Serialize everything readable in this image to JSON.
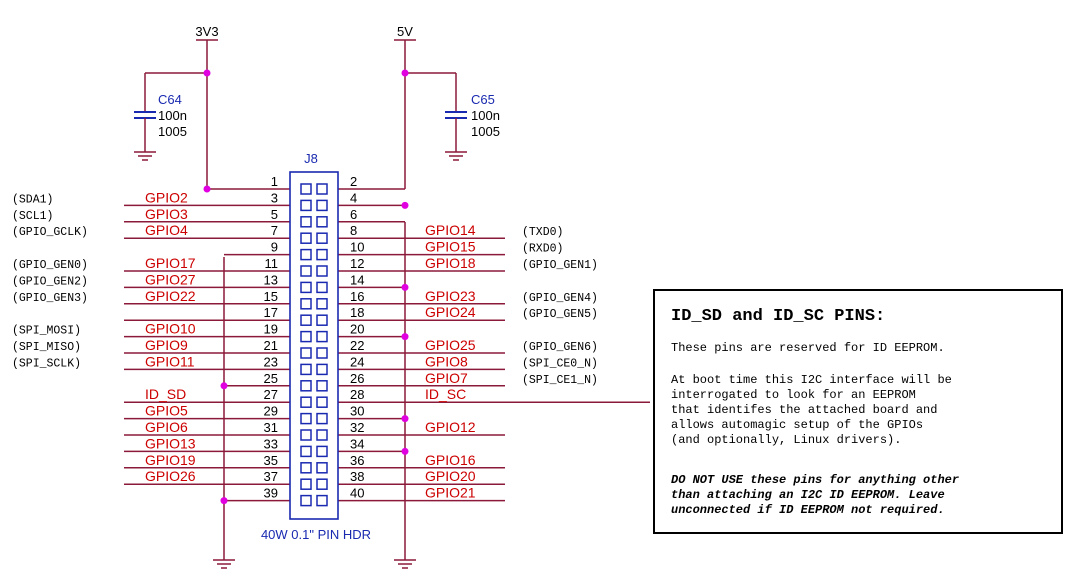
{
  "colors": {
    "wire": "#8b1a3a",
    "junction": "#e000e0",
    "label": "#cc0000",
    "header": "#1a2ab0",
    "text": "#000000"
  },
  "power": {
    "left": "3V3",
    "right": "5V"
  },
  "caps": [
    {
      "ref": "C64",
      "value": "100n",
      "pkg": "1005"
    },
    {
      "ref": "C65",
      "value": "100n",
      "pkg": "1005"
    }
  ],
  "header": {
    "ref": "J8",
    "desc": "40W 0.1\" PIN HDR"
  },
  "pins": [
    {
      "n": "1",
      "signal": "",
      "func": ""
    },
    {
      "n": "2",
      "signal": "",
      "func": ""
    },
    {
      "n": "3",
      "signal": "GPIO2",
      "func": "(SDA1)"
    },
    {
      "n": "4",
      "signal": "",
      "func": ""
    },
    {
      "n": "5",
      "signal": "GPIO3",
      "func": "(SCL1)"
    },
    {
      "n": "6",
      "signal": "",
      "func": ""
    },
    {
      "n": "7",
      "signal": "GPIO4",
      "func": "(GPIO_GCLK)"
    },
    {
      "n": "8",
      "signal": "GPIO14",
      "func": "(TXD0)"
    },
    {
      "n": "9",
      "signal": "",
      "func": ""
    },
    {
      "n": "10",
      "signal": "GPIO15",
      "func": "(RXD0)"
    },
    {
      "n": "11",
      "signal": "GPIO17",
      "func": "(GPIO_GEN0)"
    },
    {
      "n": "12",
      "signal": "GPIO18",
      "func": "(GPIO_GEN1)"
    },
    {
      "n": "13",
      "signal": "GPIO27",
      "func": "(GPIO_GEN2)"
    },
    {
      "n": "14",
      "signal": "",
      "func": ""
    },
    {
      "n": "15",
      "signal": "GPIO22",
      "func": "(GPIO_GEN3)"
    },
    {
      "n": "16",
      "signal": "GPIO23",
      "func": "(GPIO_GEN4)"
    },
    {
      "n": "17",
      "signal": "",
      "func": ""
    },
    {
      "n": "18",
      "signal": "GPIO24",
      "func": "(GPIO_GEN5)"
    },
    {
      "n": "19",
      "signal": "GPIO10",
      "func": "(SPI_MOSI)"
    },
    {
      "n": "20",
      "signal": "",
      "func": ""
    },
    {
      "n": "21",
      "signal": "GPIO9",
      "func": "(SPI_MISO)"
    },
    {
      "n": "22",
      "signal": "GPIO25",
      "func": "(GPIO_GEN6)"
    },
    {
      "n": "23",
      "signal": "GPIO11",
      "func": "(SPI_SCLK)"
    },
    {
      "n": "24",
      "signal": "GPIO8",
      "func": "(SPI_CE0_N)"
    },
    {
      "n": "25",
      "signal": "",
      "func": ""
    },
    {
      "n": "26",
      "signal": "GPIO7",
      "func": "(SPI_CE1_N)"
    },
    {
      "n": "27",
      "signal": "ID_SD",
      "func": ""
    },
    {
      "n": "28",
      "signal": "ID_SC",
      "func": ""
    },
    {
      "n": "29",
      "signal": "GPIO5",
      "func": ""
    },
    {
      "n": "30",
      "signal": "",
      "func": ""
    },
    {
      "n": "31",
      "signal": "GPIO6",
      "func": ""
    },
    {
      "n": "32",
      "signal": "GPIO12",
      "func": ""
    },
    {
      "n": "33",
      "signal": "GPIO13",
      "func": ""
    },
    {
      "n": "34",
      "signal": "",
      "func": ""
    },
    {
      "n": "35",
      "signal": "GPIO19",
      "func": ""
    },
    {
      "n": "36",
      "signal": "GPIO16",
      "func": ""
    },
    {
      "n": "37",
      "signal": "GPIO26",
      "func": ""
    },
    {
      "n": "38",
      "signal": "GPIO20",
      "func": ""
    },
    {
      "n": "39",
      "signal": "",
      "func": ""
    },
    {
      "n": "40",
      "signal": "GPIO21",
      "func": ""
    }
  ],
  "note": {
    "title": "ID_SD and ID_SC PINS:",
    "line1": "These pins are reserved for ID EEPROM.",
    "para": [
      "At boot time this I2C interface will be",
      "interrogated to look for an EEPROM",
      "that identifes the attached board and",
      "allows automagic setup of the GPIOs",
      "(and optionally, Linux drivers)."
    ],
    "warn": [
      "DO NOT USE these pins for anything other",
      "than attaching an I2C ID EEPROM. Leave",
      "unconnected if ID EEPROM not required."
    ]
  }
}
